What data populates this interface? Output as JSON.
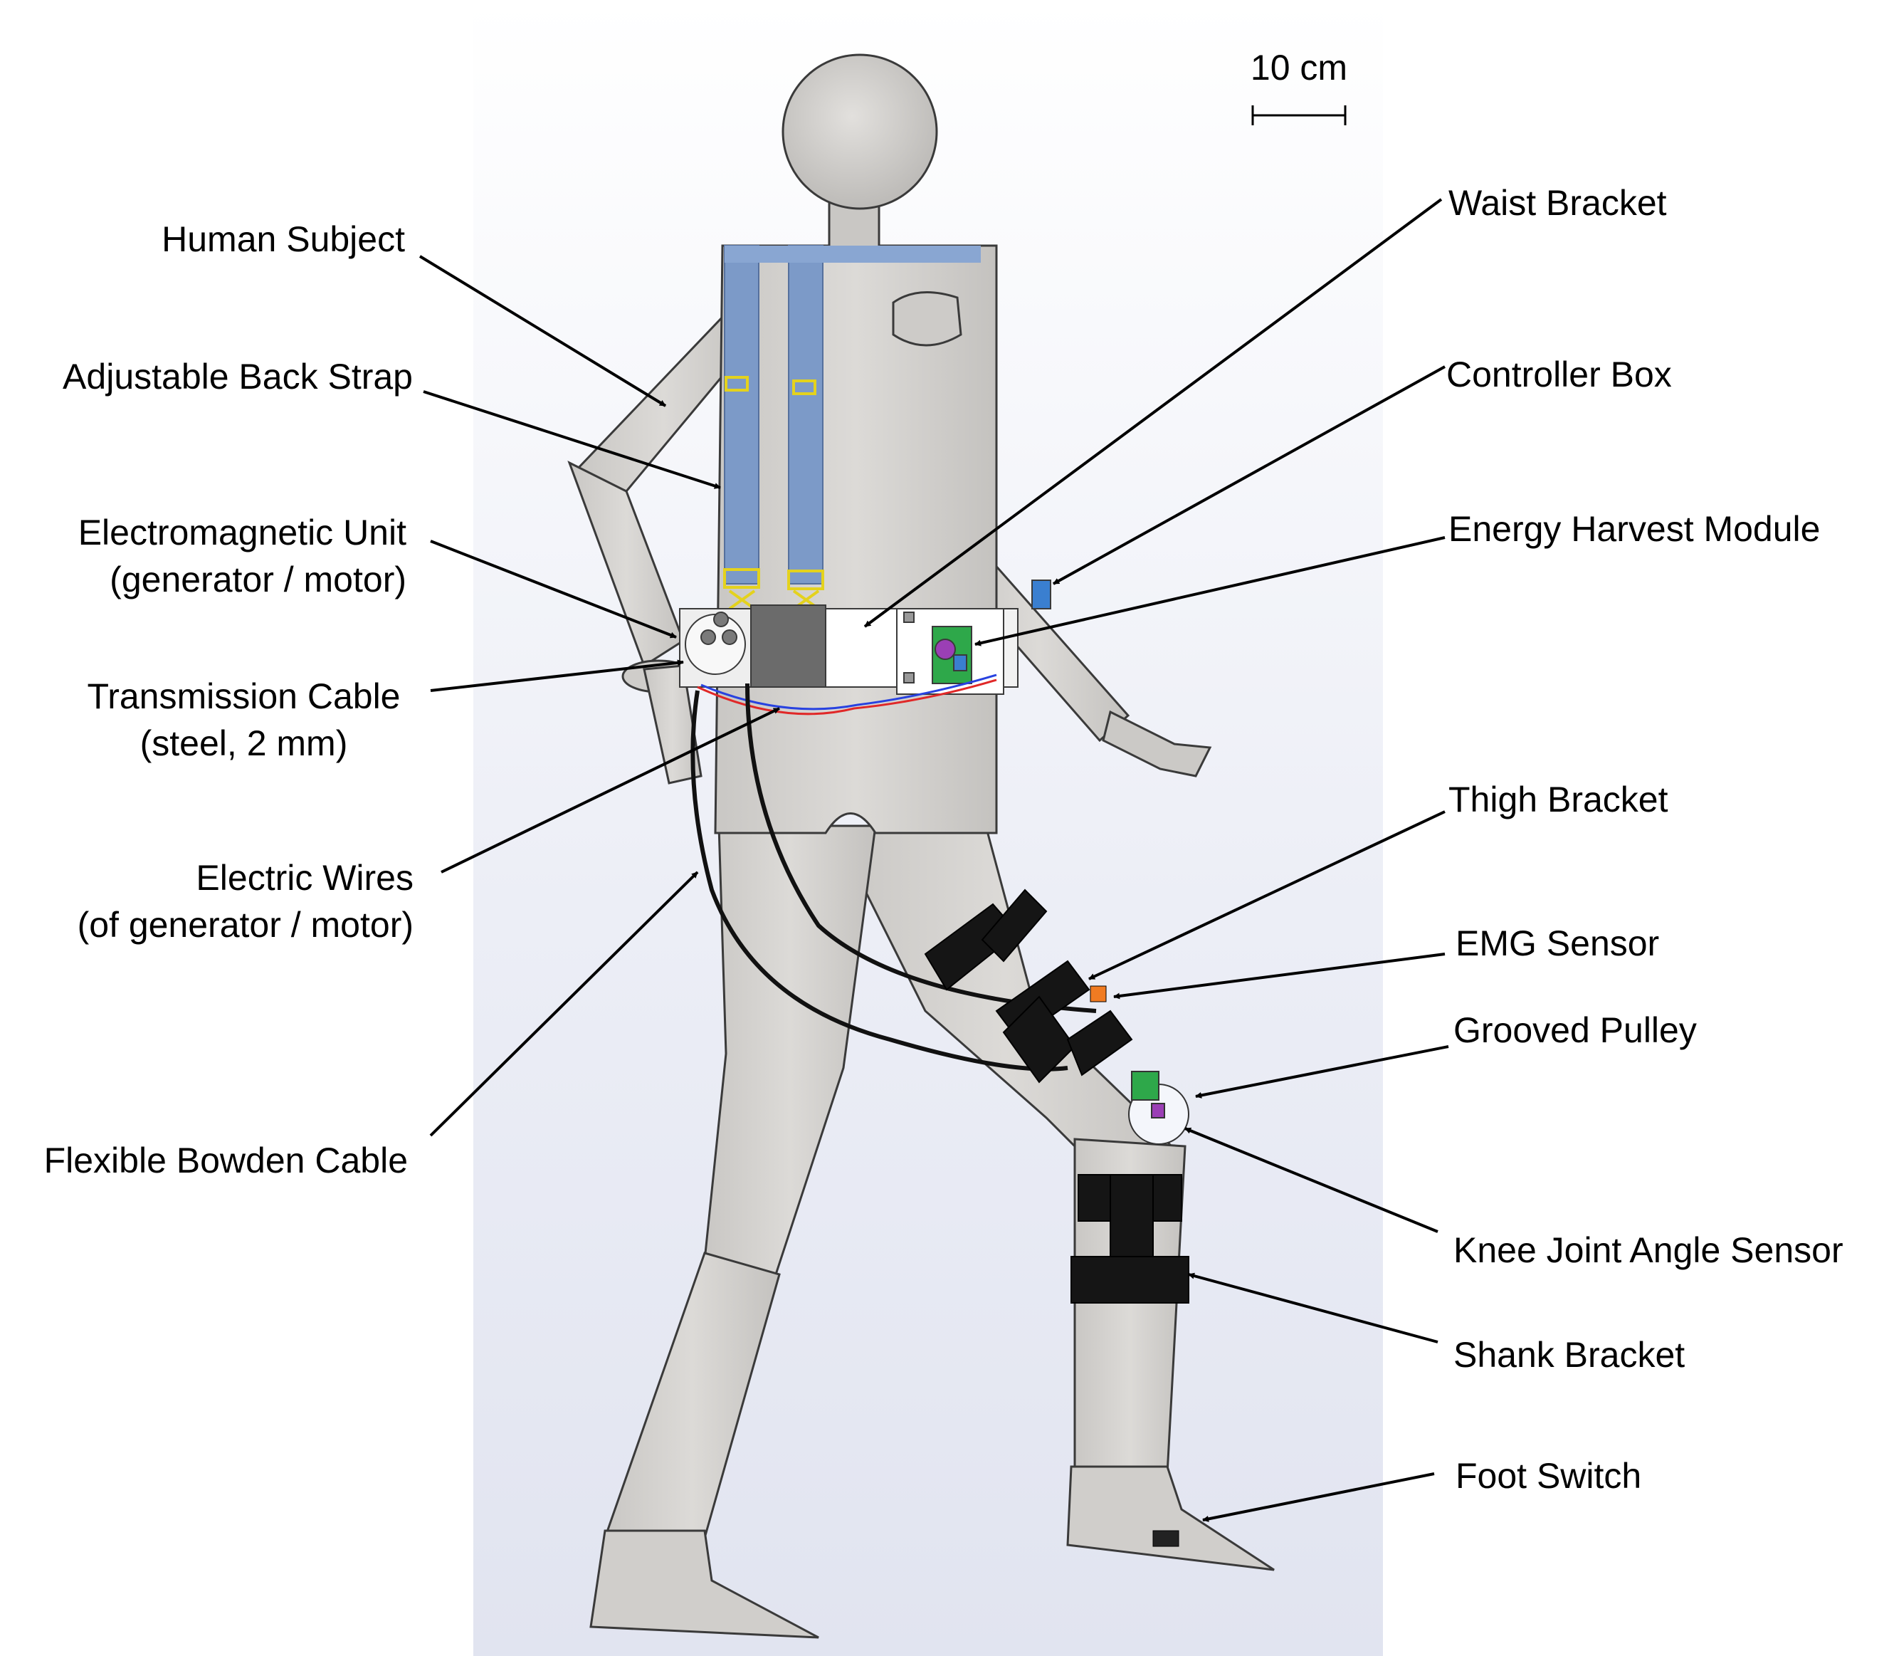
{
  "scale_bar": {
    "text": "10 cm"
  },
  "labels": {
    "human_subject": "Human Subject",
    "adjustable_back_strap": "Adjustable Back Strap",
    "electromagnetic_unit_1": "Electromagnetic Unit",
    "electromagnetic_unit_2": "(generator / motor)",
    "transmission_cable_1": "Transmission Cable",
    "transmission_cable_2": "(steel, 2 mm)",
    "electric_wires_1": "Electric Wires",
    "electric_wires_2": "(of generator / motor)",
    "flexible_bowden_cable": "Flexible Bowden Cable",
    "waist_bracket": "Waist Bracket",
    "controller_box": "Controller Box",
    "energy_harvest_module": "Energy Harvest Module",
    "thigh_bracket": "Thigh Bracket",
    "emg_sensor": "EMG Sensor",
    "grooved_pulley": "Grooved Pulley",
    "knee_joint_angle_sensor": "Knee Joint Angle Sensor",
    "shank_bracket": "Shank Bracket",
    "foot_switch": "Foot Switch"
  },
  "colors": {
    "body": "#d6d4d1",
    "body_dark": "#b9b7b4",
    "strap": "#7c9ac8",
    "buckle": "#f0e23a",
    "bracket_black": "#151515",
    "module_green": "#2ea84a",
    "module_blue": "#3a7fd0",
    "module_purple": "#9b3fb5",
    "backdrop_top": "#ffffff",
    "backdrop_bottom": "#e3e6f2"
  }
}
